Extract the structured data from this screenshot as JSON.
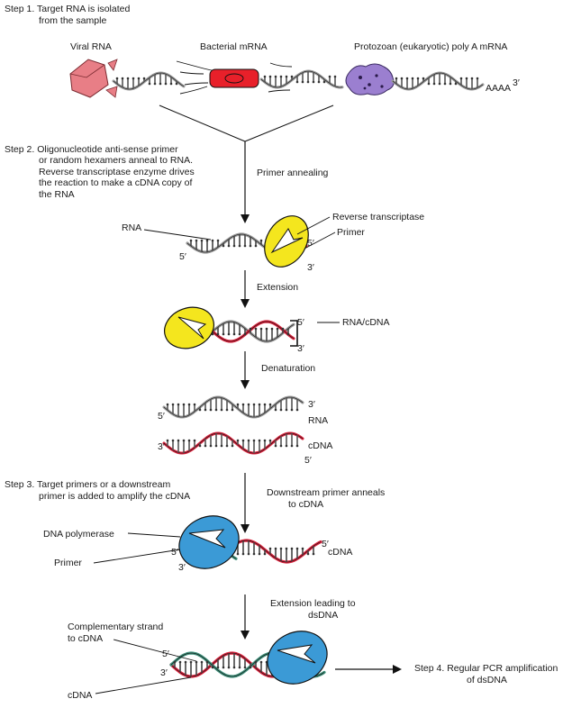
{
  "steps": {
    "step1": [
      "Step 1. Target RNA is  isolated",
      "from the sample"
    ],
    "step2": [
      "Step 2. Oligonucleotide anti-sense primer",
      "or random hexamers anneal to RNA.",
      "Reverse transcriptase enzyme drives",
      "the reaction to make a cDNA copy of",
      "the RNA"
    ],
    "step3": [
      "Step 3. Target primers or a downstream",
      "primer is added to amplify the cDNA"
    ],
    "step4": [
      "Step 4.  Regular PCR amplification",
      "of dsDNA"
    ]
  },
  "sources": {
    "viral": "Viral RNA",
    "bacterial": "Bacterial mRNA",
    "protozoan": "Protozoan (eukaryotic) poly A mRNA",
    "polya": "AAAA",
    "three_prime": "3′"
  },
  "process": {
    "primer_annealing": "Primer annealing",
    "extension": "Extension",
    "denaturation": "Denaturation",
    "downstream": [
      "Downstream primer anneals",
      "to cDNA"
    ],
    "extension_dsdna": [
      "Extension leading to",
      "dsDNA"
    ]
  },
  "labels": {
    "rna": "RNA",
    "reverse_transcriptase": "Reverse transcriptase",
    "primer": "Primer",
    "rna_cdna": "RNA/cDNA",
    "cdna": "cDNA",
    "dna_polymerase": "DNA polymerase",
    "complementary": [
      "Complementary strand",
      "to cDNA"
    ],
    "five_prime": "5′",
    "three_prime": "3′"
  },
  "colors": {
    "rna_strand": "#9a9a9a",
    "cdna_strand": "#d8213b",
    "primer_strand": "#3e8f7a",
    "reverse_transcriptase": "#f4e61e",
    "dna_polymerase": "#3b9ad6",
    "virus": "#e87e86",
    "bacterium": "#e8202a",
    "protozoan": "#9b7fd0"
  }
}
